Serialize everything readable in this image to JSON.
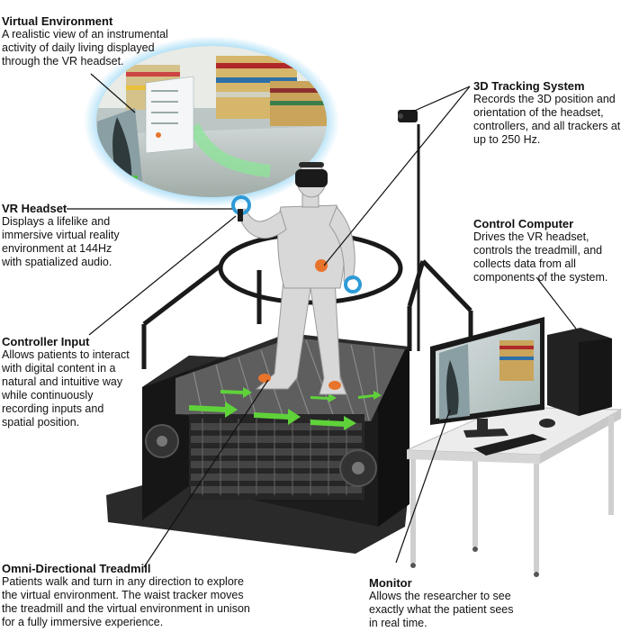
{
  "callouts": {
    "virtual_environment": {
      "title": "Virtual Environment",
      "desc": "A realistic view of an instrumental\nactivity of daily living displayed\nthrough the VR headset."
    },
    "tracking": {
      "title": "3D Tracking System",
      "desc": "Records the 3D position and\norientation of the headset,\ncontrollers, and all trackers at\nup to 250 Hz."
    },
    "headset": {
      "title": "VR Headset",
      "desc": "Displays a lifelike and\nimmersive virtual reality\nenvironment at 144Hz\nwith spatialized audio."
    },
    "computer": {
      "title": "Control Computer",
      "desc": "Drives the VR headset,\ncontrols the treadmill, and\ncollects data from all\ncomponents of the system."
    },
    "controller": {
      "title": "Controller Input",
      "desc": "Allows patients to interact\nwith digital content in a\nnatural and intuitive way\nwhile continuously\nrecording inputs and\nspatial position."
    },
    "treadmill": {
      "title": "Omni-Directional Treadmill",
      "desc": "Patients walk and turn in any direction to explore\nthe virtual environment. The waist tracker moves\nthe treadmill and the virtual environment in unison\nfor a fully immersive experience."
    },
    "monitor": {
      "title": "Monitor",
      "desc": "Allows the researcher to see\nexactly what the patient sees\nin real time."
    }
  },
  "colors": {
    "vr_glow": "#6ec6f0",
    "arrow_green": "#5fd23a",
    "tracker_orange": "#e8742c",
    "controller_blue": "#2e9ad8",
    "platform": "#1c1c1c",
    "belt": "#3a3a3a",
    "desk": "#e9e9e9",
    "figure": "#d8d8d8"
  }
}
